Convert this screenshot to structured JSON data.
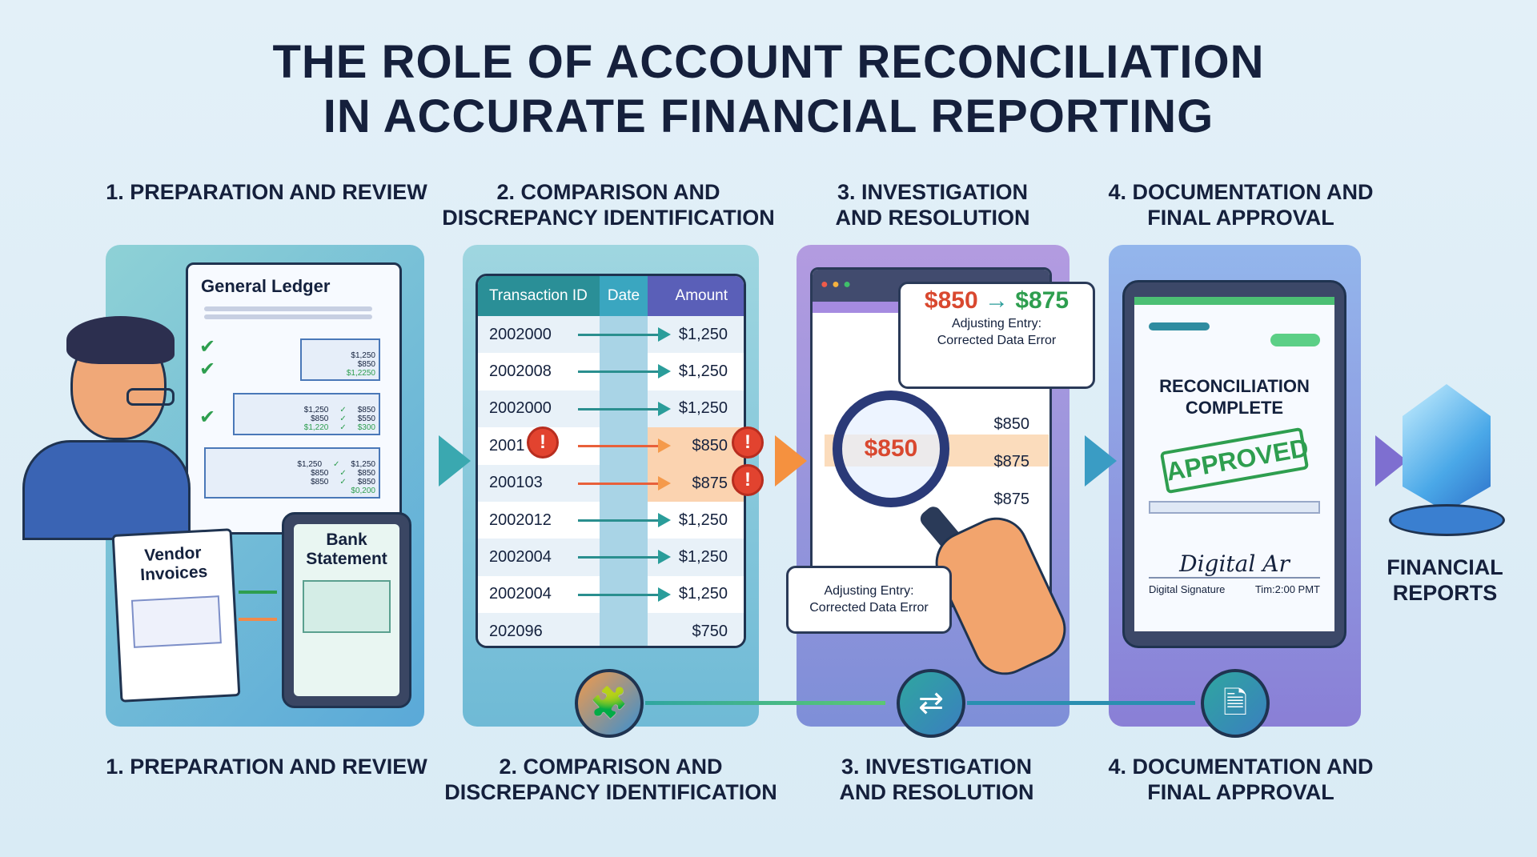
{
  "title": {
    "line1": "THE ROLE OF ACCOUNT RECONCILIATION",
    "line2": "IN ACCURATE FINANCIAL REPORTING"
  },
  "steps_top": [
    "1. PREPARATION AND REVIEW",
    "2. COMPARISON AND DISCREPANCY IDENTIFICATION",
    "3. INVESTIGATION AND RESOLUTION",
    "4. DOCUMENTATION AND FINAL APPROVAL"
  ],
  "steps_bottom": [
    "1. PREPARATION AND REVIEW",
    "2. COMPARISON AND DISCREPANCY IDENTIFICATION",
    "3. INVESTIGATION AND RESOLUTION",
    "4. DOCUMENTATION AND FINAL APPROVAL"
  ],
  "ledger": {
    "title": "General Ledger",
    "t1": [
      "$1,250",
      "$850",
      "$1,2250"
    ],
    "t2": [
      [
        "$1,250",
        "$850"
      ],
      [
        "$850",
        "$550"
      ],
      [
        "$1,220",
        "$300"
      ]
    ],
    "t3": [
      [
        "$1,250",
        "$1,250"
      ],
      [
        "$850",
        "$850"
      ],
      [
        "$850",
        "$850"
      ]
    ],
    "t3_total": "$0,200"
  },
  "vendor_invoices": "Vendor Invoices",
  "bank_statement": "Bank Statement",
  "table": {
    "headers": [
      "Transaction ID",
      "Date",
      "Amount"
    ],
    "rows": [
      {
        "id": "2002000",
        "amount": "$1,250",
        "flag": false
      },
      {
        "id": "2002008",
        "amount": "$1,250",
        "flag": false
      },
      {
        "id": "2002000",
        "amount": "$1,250",
        "flag": false
      },
      {
        "id": "2001",
        "amount": "$850",
        "flag": true
      },
      {
        "id": "200103",
        "amount": "$875",
        "flag": true
      },
      {
        "id": "2002012",
        "amount": "$1,250",
        "flag": false
      },
      {
        "id": "2002004",
        "amount": "$1,250",
        "flag": false
      },
      {
        "id": "2002004",
        "amount": "$1,250",
        "flag": false
      },
      {
        "id": "202096",
        "amount": "$750",
        "flag": false,
        "noarrow": true
      }
    ]
  },
  "investigation": {
    "old": "$850",
    "new": "$875",
    "note1": "Adjusting Entry:",
    "note2": "Corrected Data Error",
    "magnified": "$850",
    "values": [
      "$850",
      "$875",
      "$875"
    ]
  },
  "approval": {
    "heading1": "RECONCILIATION",
    "heading2": "COMPLETE",
    "stamp": "APPROVED",
    "signature": "Digital Ar",
    "sig_label": "Digital Signature",
    "time": "Tim:2:00 PMT"
  },
  "final": "FINANCIAL REPORTS",
  "colors": {
    "teal": "#2a9d9a",
    "purple": "#6b5fc7",
    "red": "#e2432f",
    "green": "#2e9e4f",
    "orange": "#f59a4b"
  }
}
